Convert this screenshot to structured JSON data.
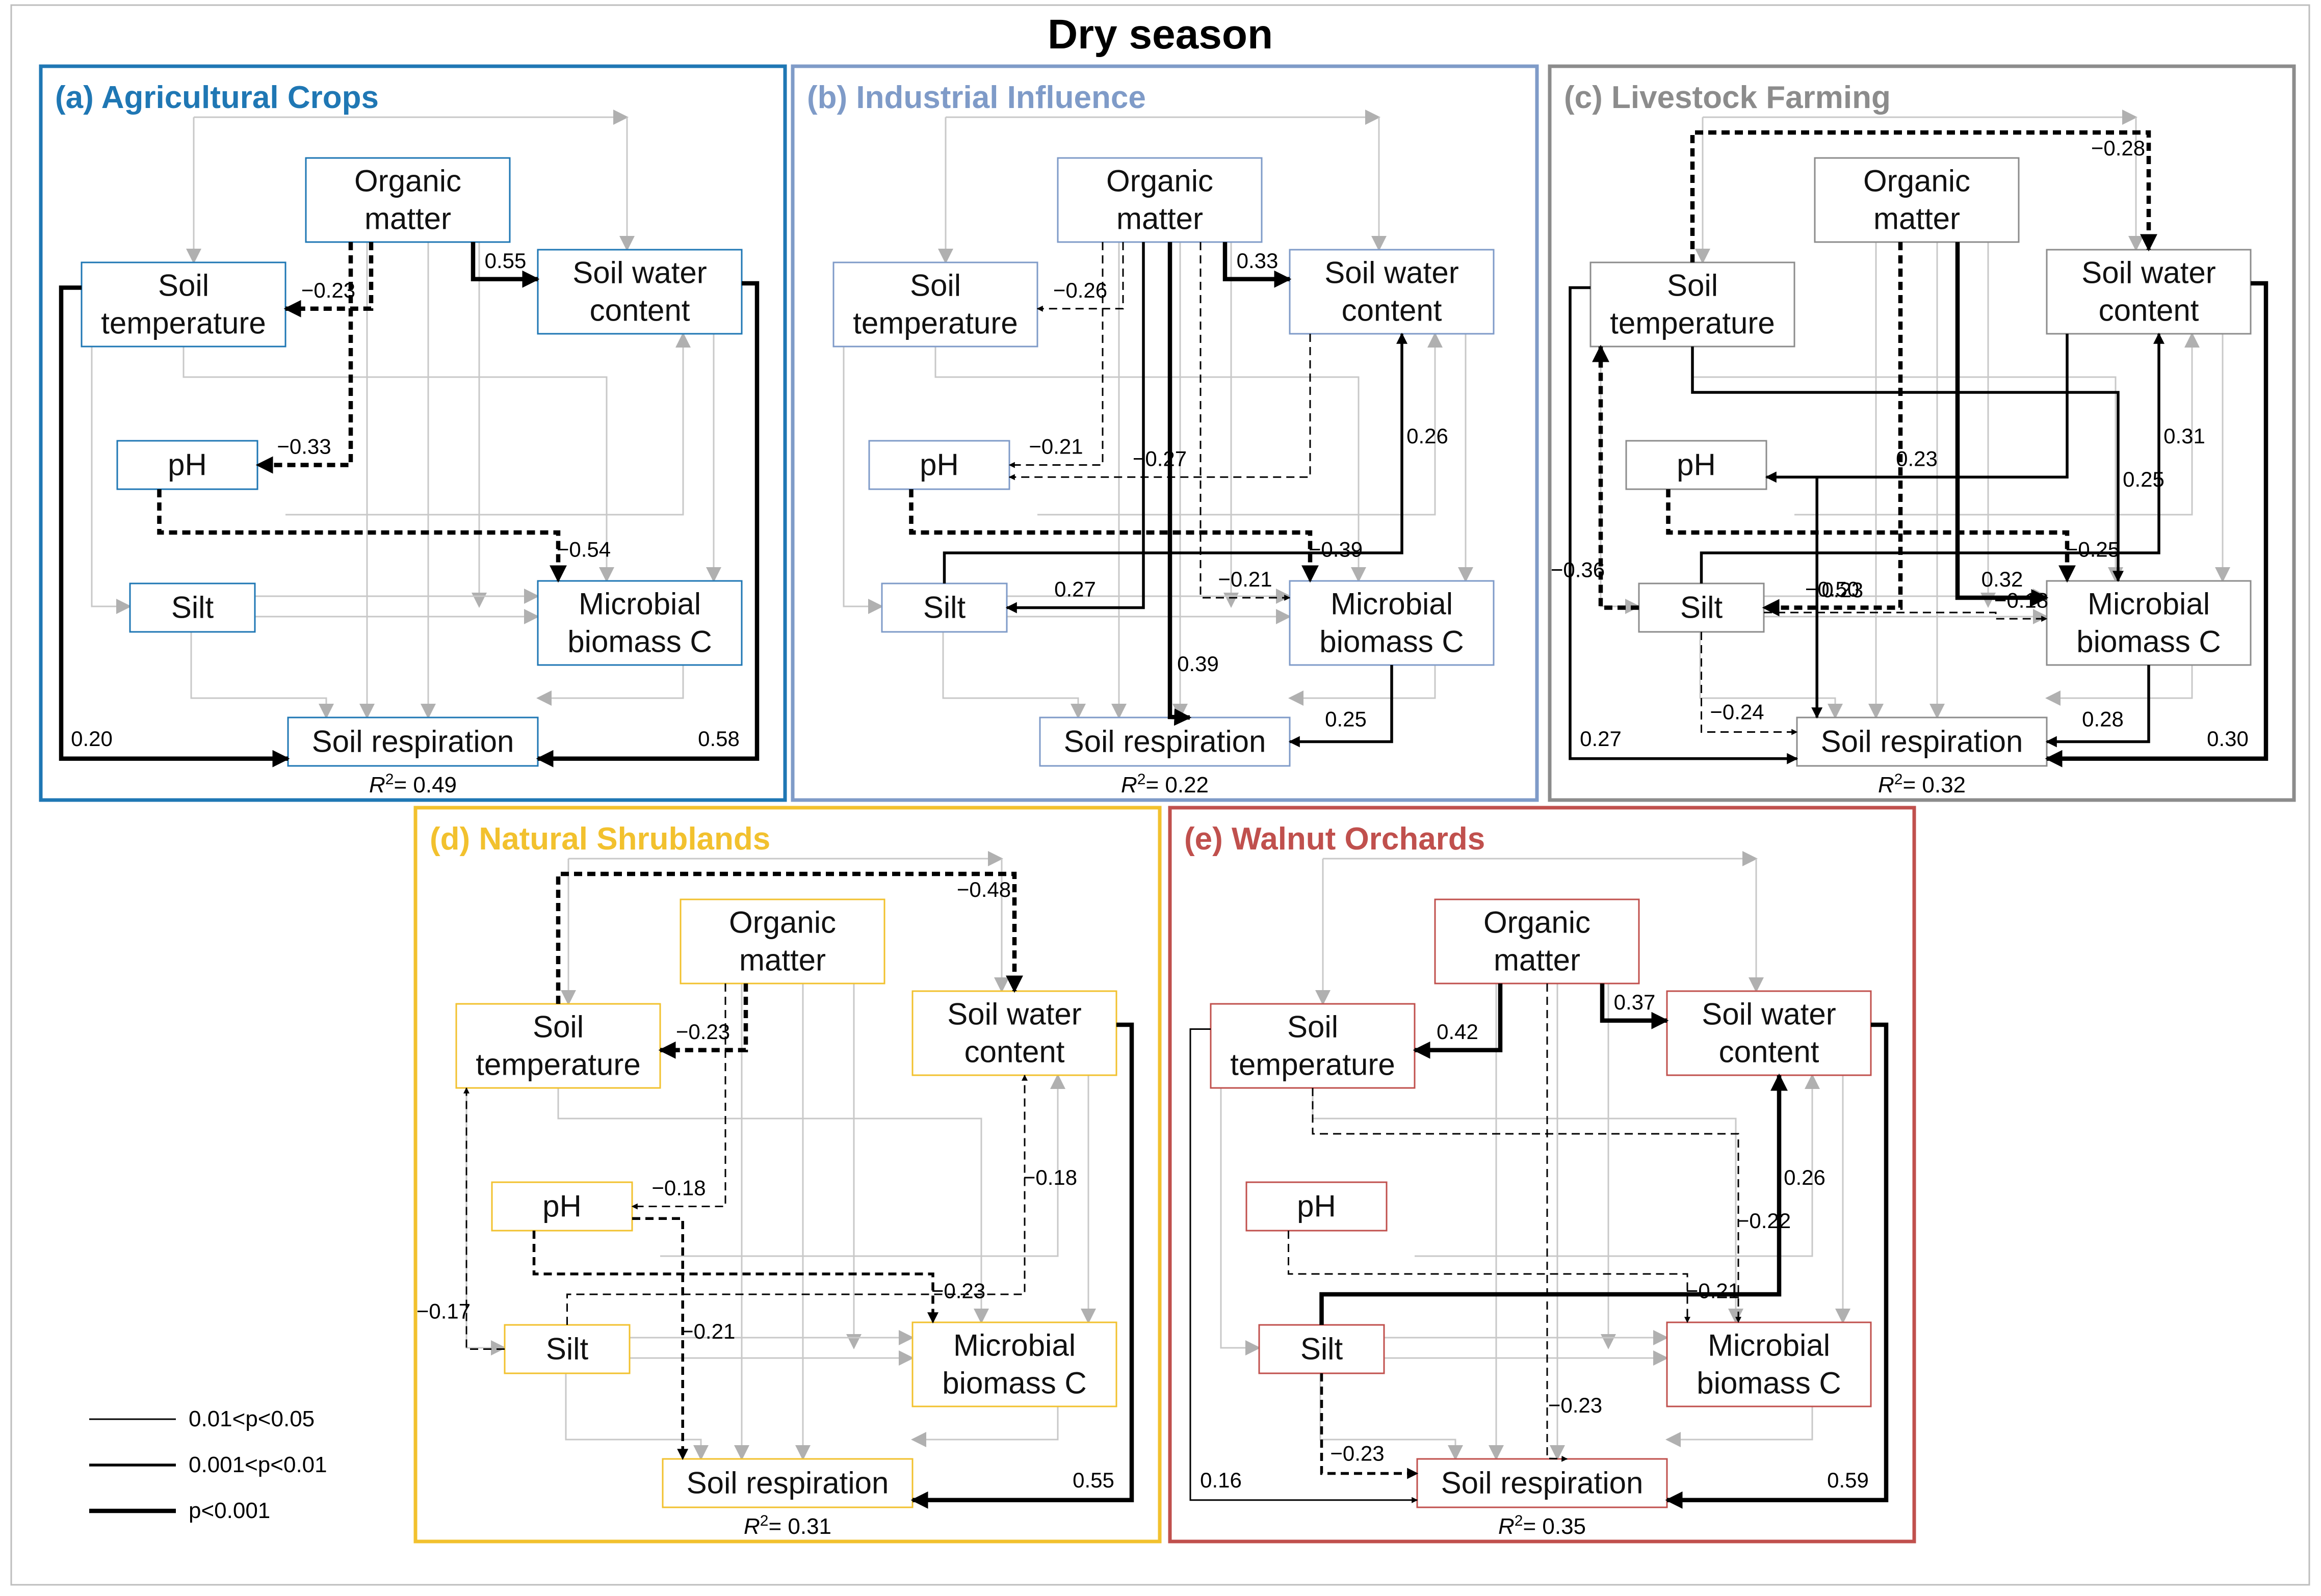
{
  "title": "Dry season",
  "node_labels": {
    "om": [
      "Organic",
      "matter"
    ],
    "st": [
      "Soil",
      "temperature"
    ],
    "swc": [
      "Soil water",
      "content"
    ],
    "ph": [
      "pH"
    ],
    "silt": [
      "Silt"
    ],
    "mbc": [
      "Microbial",
      "biomass C"
    ],
    "sr": [
      "Soil respiration"
    ]
  },
  "legend": [
    {
      "label": "0.01<p<0.05",
      "weight": "thin"
    },
    {
      "label": "0.001<p<0.01",
      "weight": "medium"
    },
    {
      "label": "p<0.001",
      "weight": "thick"
    }
  ],
  "colors": {
    "Agricultural Crops": "#1f77b4",
    "Industrial Influence": "#7f9bc8",
    "Livestock Farming": "#8c8c8c",
    "Natural Shrublands": "#f2c12e",
    "Walnut Orchards": "#c0504d",
    "path": "#000000",
    "ns_path": "#c8c8c8"
  },
  "panels": [
    {
      "id": "a",
      "label": "(a)",
      "title": "Agricultural Crops",
      "r2": "0.49",
      "paths": [
        {
          "from": "om",
          "to": "swc",
          "coef": "0.55",
          "sign": "pos",
          "weight": "thick"
        },
        {
          "from": "om",
          "to": "st",
          "coef": "−0.23",
          "sign": "neg",
          "weight": "thick"
        },
        {
          "from": "om",
          "to": "ph",
          "coef": "−0.33",
          "sign": "neg",
          "weight": "thick"
        },
        {
          "from": "ph",
          "to": "mbc",
          "coef": "−0.54",
          "sign": "neg",
          "weight": "thick"
        },
        {
          "from": "st",
          "to": "sr",
          "coef": "0.20",
          "sign": "pos",
          "weight": "thick"
        },
        {
          "from": "swc",
          "to": "sr",
          "coef": "0.58",
          "sign": "pos",
          "weight": "thick"
        }
      ]
    },
    {
      "id": "b",
      "label": "(b)",
      "title": "Industrial Influence",
      "r2": "0.22",
      "paths": [
        {
          "from": "om",
          "to": "swc",
          "coef": "0.33",
          "sign": "pos",
          "weight": "thick"
        },
        {
          "from": "om",
          "to": "st",
          "coef": "−0.26",
          "sign": "neg",
          "weight": "thin"
        },
        {
          "from": "om",
          "to": "ph",
          "coef": "−0.21",
          "sign": "neg",
          "weight": "thin"
        },
        {
          "from": "swc",
          "to": "ph",
          "coef": "−0.27",
          "sign": "neg",
          "weight": "thin"
        },
        {
          "from": "ph",
          "to": "mbc",
          "coef": "−0.39",
          "sign": "neg",
          "weight": "thick"
        },
        {
          "from": "om",
          "to": "silt",
          "coef": "0.27",
          "sign": "pos",
          "weight": "medium"
        },
        {
          "from": "silt",
          "to": "swc",
          "coef": "0.26",
          "sign": "pos",
          "weight": "medium"
        },
        {
          "from": "om",
          "to": "mbc",
          "coef": "−0.21",
          "sign": "neg",
          "weight": "thin"
        },
        {
          "from": "om",
          "to": "sr",
          "coef": "0.39",
          "sign": "pos",
          "weight": "thick"
        },
        {
          "from": "mbc",
          "to": "sr",
          "coef": "0.25",
          "sign": "pos",
          "weight": "medium"
        }
      ]
    },
    {
      "id": "c",
      "label": "(c)",
      "title": "Livestock Farming",
      "r2": "0.32",
      "paths": [
        {
          "from": "st",
          "to": "swc",
          "coef": "−0.28",
          "sign": "neg",
          "weight": "thick"
        },
        {
          "from": "st",
          "to": "mbc",
          "coef": "0.25",
          "sign": "pos",
          "weight": "medium"
        },
        {
          "from": "swc",
          "to": "ph",
          "coef": "0.23",
          "sign": "pos",
          "weight": "medium"
        },
        {
          "from": "silt",
          "to": "swc",
          "coef": "0.31",
          "sign": "pos",
          "weight": "medium"
        },
        {
          "from": "ph",
          "to": "mbc",
          "coef": "−0.25",
          "sign": "neg",
          "weight": "thick"
        },
        {
          "from": "silt",
          "to": "st",
          "coef": "−0.36",
          "sign": "neg",
          "weight": "thick"
        },
        {
          "from": "om",
          "to": "silt",
          "coef": "−0.50",
          "sign": "neg",
          "weight": "thick"
        },
        {
          "from": "om",
          "to": "mbc",
          "coef": "0.32",
          "sign": "pos",
          "weight": "thick"
        },
        {
          "from": "silt",
          "to": "mbc",
          "coef": "−0.18",
          "sign": "neg",
          "weight": "thin"
        },
        {
          "from": "silt",
          "to": "sr",
          "coef": "−0.24",
          "sign": "neg",
          "weight": "thin"
        },
        {
          "from": "ph",
          "to": "sr",
          "coef": "0.23",
          "sign": "pos",
          "weight": "medium"
        },
        {
          "from": "mbc",
          "to": "sr",
          "coef": "0.28",
          "sign": "pos",
          "weight": "medium"
        },
        {
          "from": "st",
          "to": "sr",
          "coef": "0.27",
          "sign": "pos",
          "weight": "medium"
        },
        {
          "from": "swc",
          "to": "sr",
          "coef": "0.30",
          "sign": "pos",
          "weight": "thick"
        }
      ]
    },
    {
      "id": "d",
      "label": "(d)",
      "title": "Natural Shrublands",
      "r2": "0.31",
      "paths": [
        {
          "from": "st",
          "to": "swc",
          "coef": "−0.48",
          "sign": "neg",
          "weight": "thick"
        },
        {
          "from": "om",
          "to": "st",
          "coef": "−0.23",
          "sign": "neg",
          "weight": "thick"
        },
        {
          "from": "om",
          "to": "ph",
          "coef": "−0.18",
          "sign": "neg",
          "weight": "thin"
        },
        {
          "from": "silt",
          "to": "swc",
          "coef": "−0.18",
          "sign": "neg",
          "weight": "thin"
        },
        {
          "from": "ph",
          "to": "mbc",
          "coef": "−0.23",
          "sign": "neg",
          "weight": "medium"
        },
        {
          "from": "silt",
          "to": "st",
          "coef": "−0.17",
          "sign": "neg",
          "weight": "thin"
        },
        {
          "from": "ph",
          "to": "sr",
          "coef": "−0.21",
          "sign": "neg",
          "weight": "medium"
        },
        {
          "from": "swc",
          "to": "sr",
          "coef": "0.55",
          "sign": "pos",
          "weight": "thick"
        }
      ]
    },
    {
      "id": "e",
      "label": "(e)",
      "title": "Walnut Orchards",
      "r2": "0.35",
      "paths": [
        {
          "from": "om",
          "to": "st",
          "coef": "0.42",
          "sign": "pos",
          "weight": "thick"
        },
        {
          "from": "om",
          "to": "swc",
          "coef": "0.37",
          "sign": "pos",
          "weight": "thick"
        },
        {
          "from": "st",
          "to": "mbc",
          "coef": "−0.22",
          "sign": "neg",
          "weight": "thin"
        },
        {
          "from": "silt",
          "to": "swc",
          "coef": "0.26",
          "sign": "pos",
          "weight": "thick"
        },
        {
          "from": "ph",
          "to": "mbc",
          "coef": "−0.21",
          "sign": "neg",
          "weight": "thin"
        },
        {
          "from": "om",
          "to": "sr",
          "coef": "−0.23",
          "sign": "neg",
          "weight": "thin"
        },
        {
          "from": "silt",
          "to": "sr",
          "coef": "−0.23",
          "sign": "neg",
          "weight": "medium"
        },
        {
          "from": "st",
          "to": "sr",
          "coef": "0.16",
          "sign": "pos",
          "weight": "thin"
        },
        {
          "from": "swc",
          "to": "sr",
          "coef": "0.59",
          "sign": "pos",
          "weight": "thick"
        }
      ]
    }
  ]
}
